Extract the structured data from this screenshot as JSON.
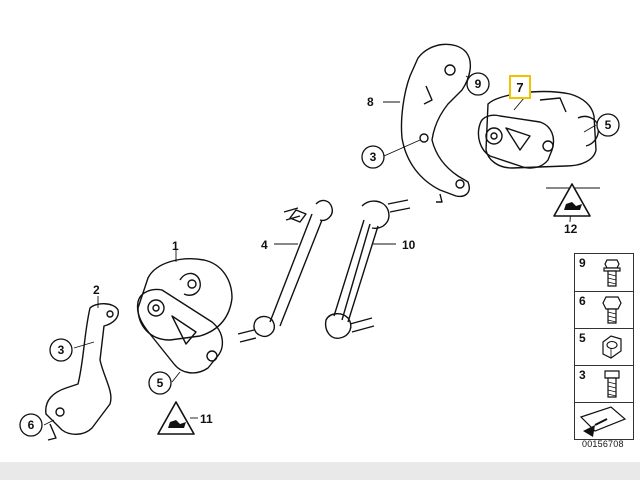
{
  "callouts": {
    "c1": "1",
    "c2": "2",
    "c3a": "3",
    "c3b": "3",
    "c4": "4",
    "c5a": "5",
    "c5b": "5",
    "c6": "6",
    "c7": "7",
    "c8": "8",
    "c9": "9",
    "c10": "10",
    "c11": "11",
    "c12": "12"
  },
  "legend": [
    {
      "num": "9",
      "icon": "flange-bolt-icon"
    },
    {
      "num": "6",
      "icon": "hex-bolt-icon"
    },
    {
      "num": "5",
      "icon": "hex-nut-icon"
    },
    {
      "num": "3",
      "icon": "screw-icon"
    },
    {
      "num": "",
      "icon": "arrow-pointer-icon"
    }
  ],
  "reference_code": "00156708",
  "colors": {
    "highlight": "#f2c200",
    "line": "#111111",
    "footer": "#e9e9e9"
  }
}
